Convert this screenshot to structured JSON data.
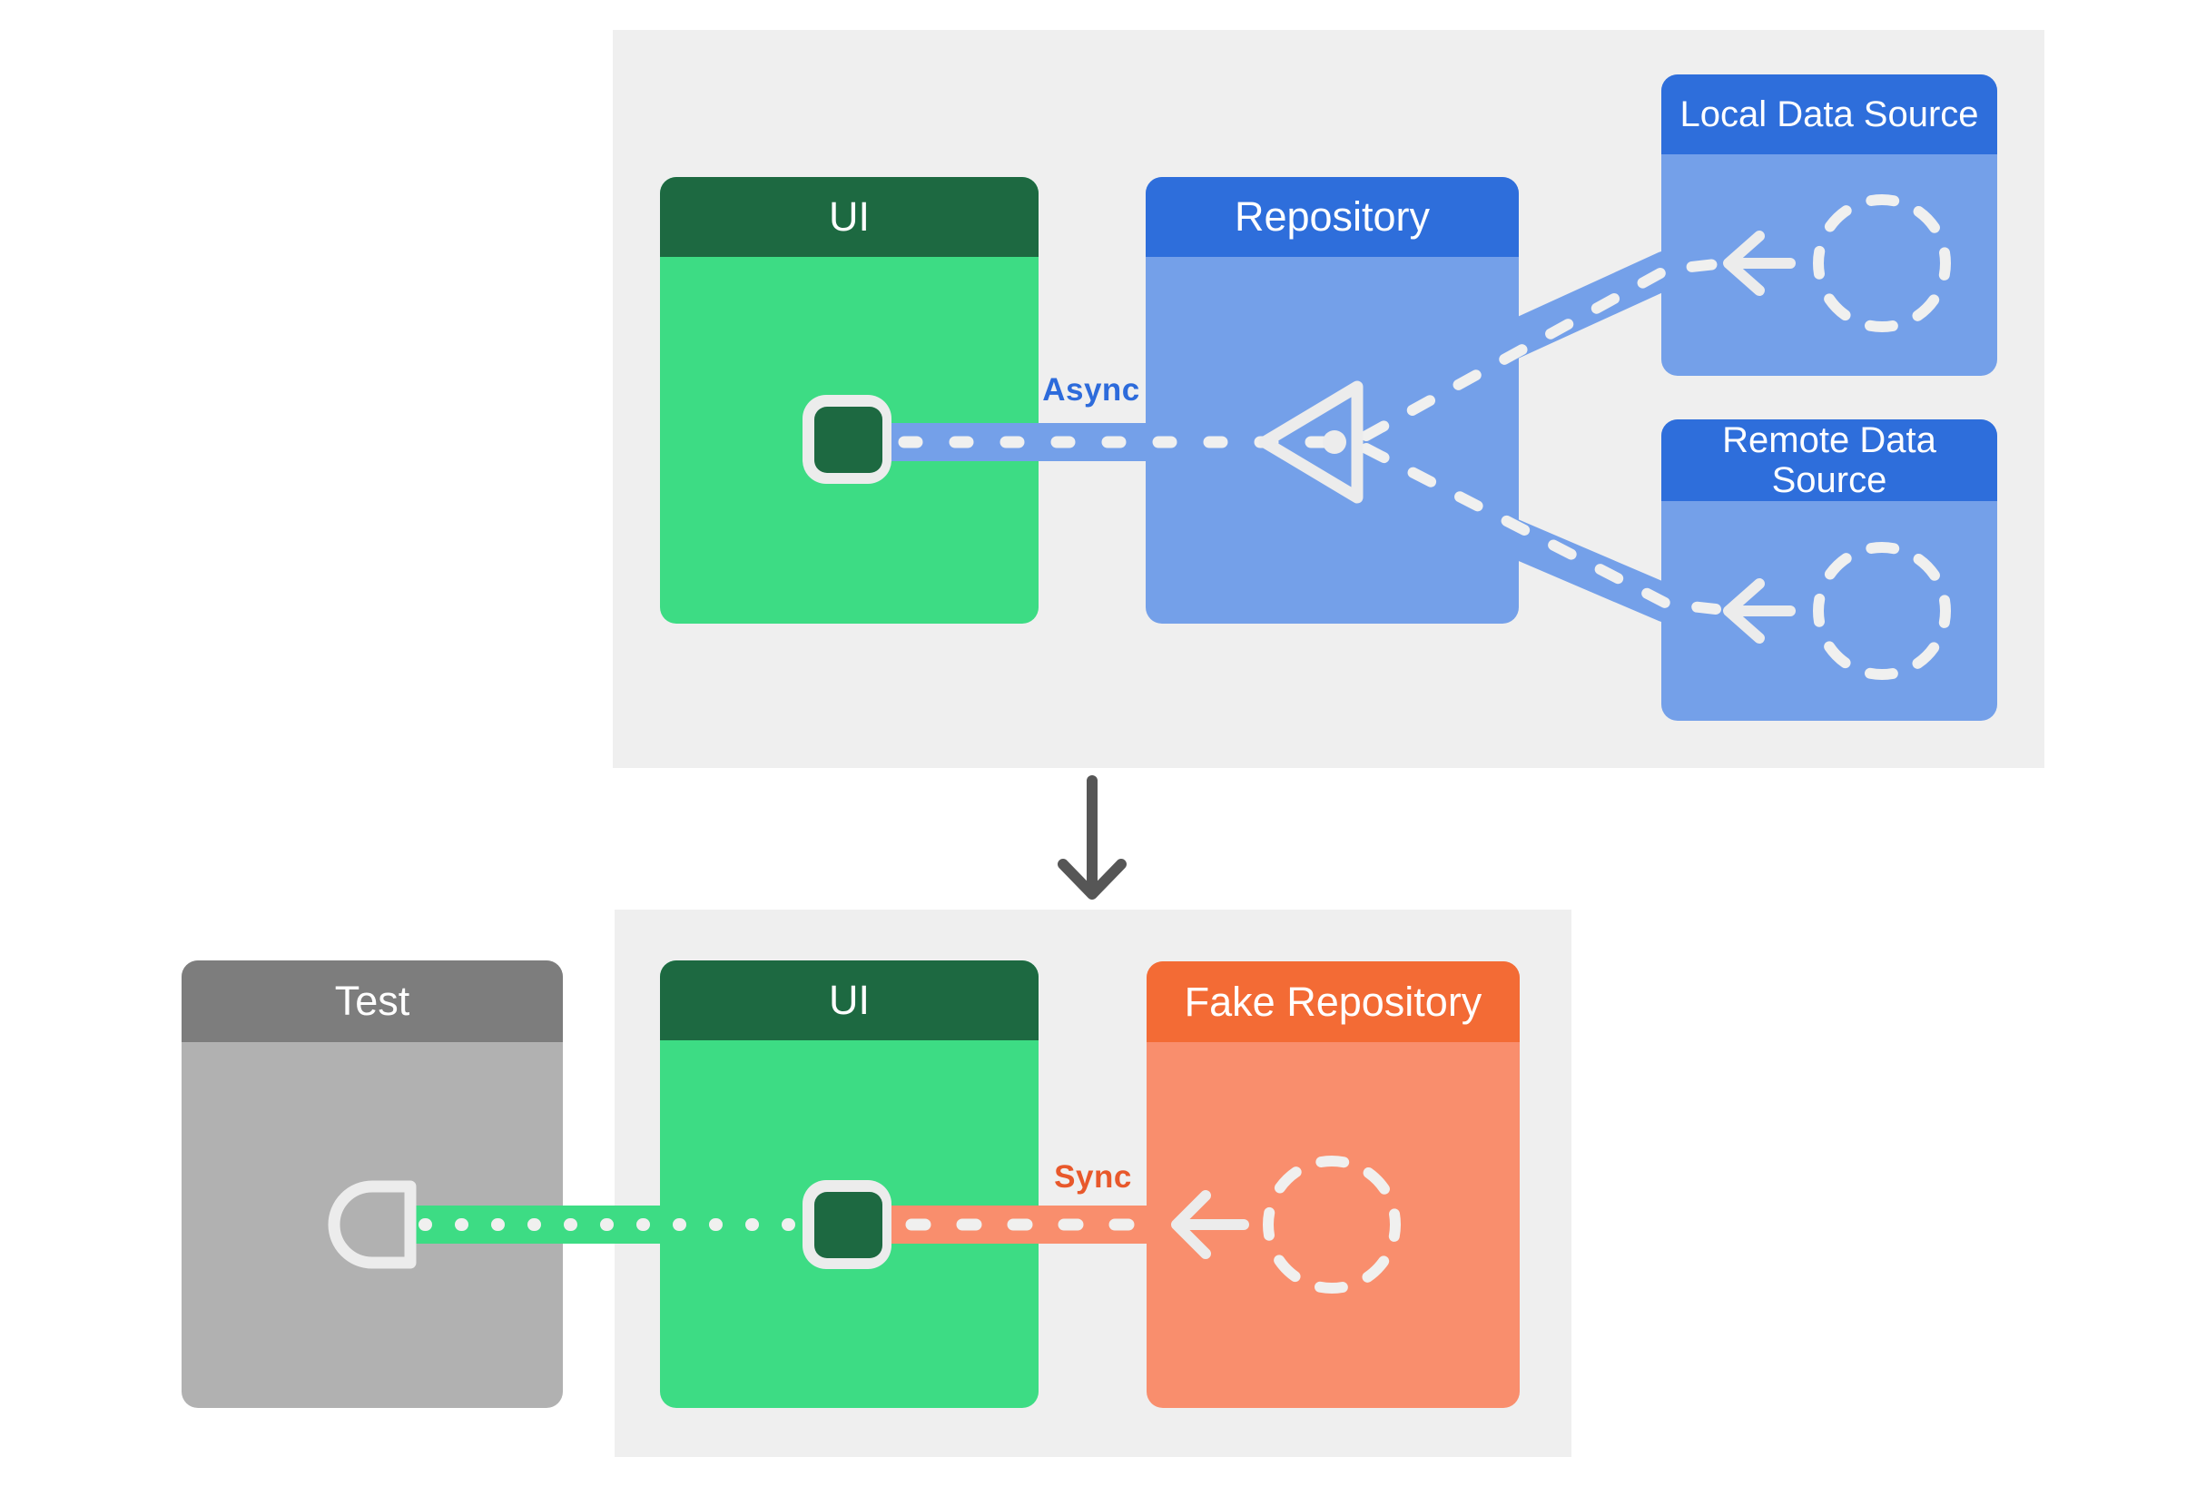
{
  "diagram": {
    "title_hint": "Repository testing architecture diagram",
    "top_panel": {
      "boxes": {
        "ui": {
          "label": "UI"
        },
        "repository": {
          "label": "Repository"
        },
        "local_data_source": {
          "label": "Local Data Source"
        },
        "remote_data_source": {
          "label": "Remote Data Source"
        }
      },
      "connection_label": "Async"
    },
    "bottom_panel": {
      "boxes": {
        "test": {
          "label": "Test"
        },
        "ui": {
          "label": "UI"
        },
        "fake_repository": {
          "label": "Fake Repository"
        }
      },
      "connection_label": "Sync"
    },
    "icons": {
      "dashed_circle": "dashed-circle-icon (data source placeholder)",
      "arrow_left": "arrow-left-icon (data flow direction)",
      "triangle": "triangle-connector-icon (repository merge point)",
      "ui_state_square": "ui-state-square-icon (observed UI state)",
      "test_probe": "test-probe-icon (test observer D-shape)",
      "down_arrow": "down-arrow-icon (transition between diagrams)"
    }
  },
  "colors": {
    "panel_bg": "#efefef",
    "green_header": "#1d6941",
    "green_body": "#3ddc84",
    "blue_header": "#2e6edb",
    "blue_body": "#74a0e9",
    "orange_header": "#f36b35",
    "orange_body": "#f98e6d",
    "gray_header": "#7d7d7d",
    "gray_body": "#b1b1b1",
    "header_text": "#ffffff",
    "connector_white": "#f0f0ef",
    "shape_white": "#ececec",
    "async_text": "#2d6bdb",
    "sync_text": "#e8582b",
    "arrow_gray": "#565656"
  }
}
